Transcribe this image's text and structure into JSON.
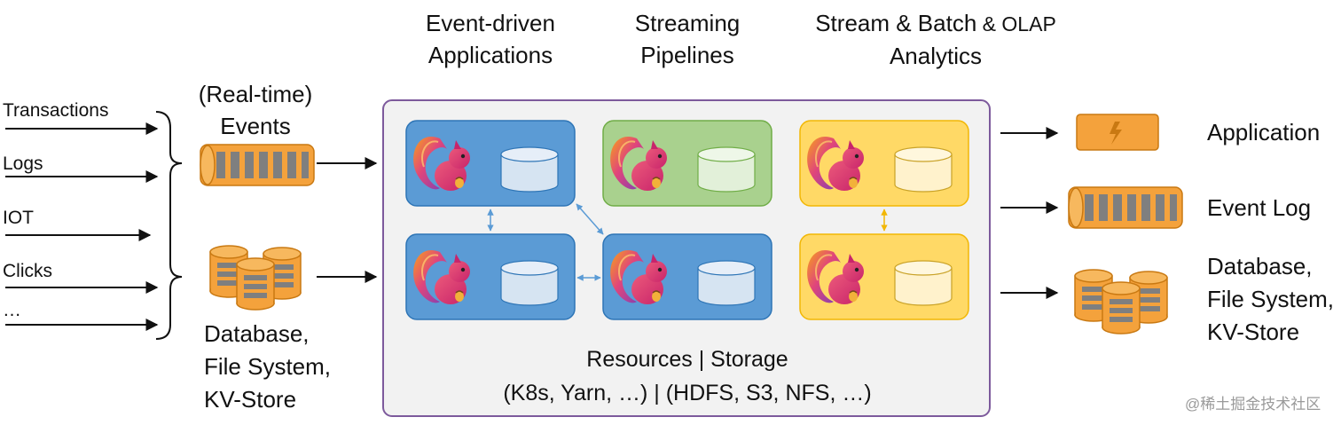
{
  "inputs": [
    "Transactions",
    "Logs",
    "IOT",
    "Clicks",
    "…"
  ],
  "events_label": [
    "(Real-time)",
    "Events"
  ],
  "source_storage": [
    "Database,",
    "File System,",
    "KV-Store"
  ],
  "columns": [
    {
      "line1": "Event-driven",
      "line2": "Applications"
    },
    {
      "line1": "Streaming",
      "line2": "Pipelines"
    },
    {
      "line1_main": "Stream & Batch",
      "line1_small": " & OLAP",
      "line2": "Analytics"
    }
  ],
  "cluster": {
    "resources_line1": "Resources | Storage",
    "resources_line2": "(K8s, Yarn, …) | (HDFS, S3, NFS, …)"
  },
  "outputs": {
    "application": "Application",
    "event_log": "Event Log",
    "storage": [
      "Database,",
      "File System,",
      "KV-Store"
    ]
  },
  "watermark": "@稀土掘金技术社区",
  "colors": {
    "blue_tile": "#5b9bd5",
    "green_tile": "#a9d18e",
    "yellow_tile": "#ffd966",
    "orange": "#f4a23c",
    "cluster_border": "#7d5a9c",
    "cluster_fill": "#f2f2f2"
  }
}
